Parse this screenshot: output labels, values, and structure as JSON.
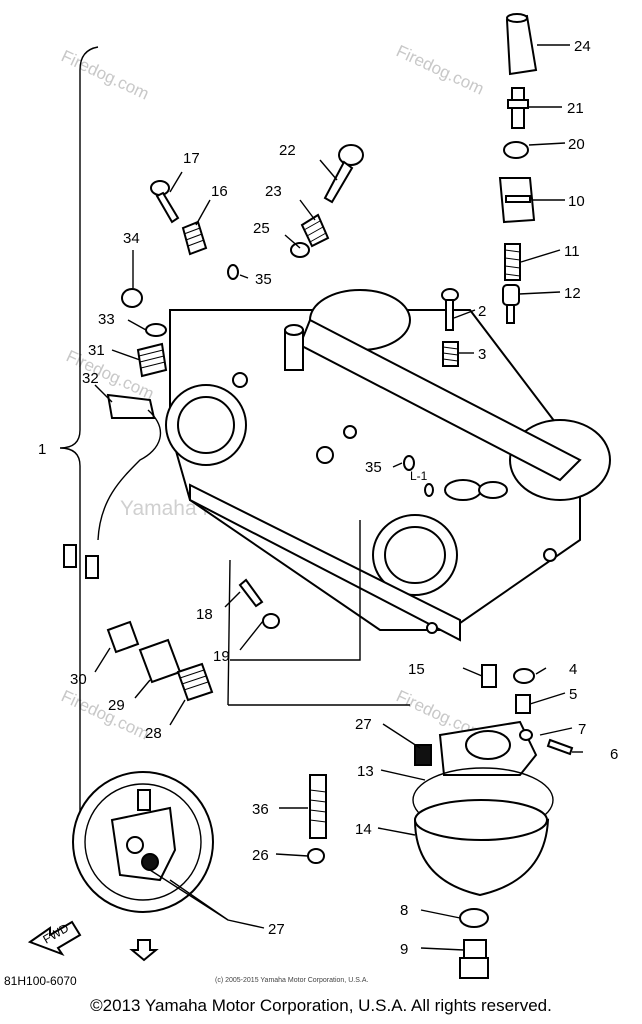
{
  "watermarks": {
    "firedog": "Firedog.com",
    "yamaha": "Yamaha Motor Corporation, U.S.A."
  },
  "assembly_label": "1",
  "part_labels": {
    "p2": "2",
    "p3": "3",
    "p4": "4",
    "p5": "5",
    "p6": "6",
    "p7": "7",
    "p8": "8",
    "p9": "9",
    "p10": "10",
    "p11": "11",
    "p12": "12",
    "p13": "13",
    "p14": "14",
    "p15": "15",
    "p16": "16",
    "p17": "17",
    "p18": "18",
    "p19": "19",
    "p20": "20",
    "p21": "21",
    "p22": "22",
    "p23": "23",
    "p24": "24",
    "p25": "25",
    "p26": "26",
    "p27a": "27",
    "p27b": "27",
    "p28": "28",
    "p29": "29",
    "p30": "30",
    "p31": "31",
    "p32": "32",
    "p33": "33",
    "p34": "34",
    "p35a": "35",
    "p35b": "35",
    "p36": "36"
  },
  "sub_label": "L-1",
  "direction_label": "FWD",
  "diagram_code": "81H100-6070",
  "small_copyright": "(c) 2005-2015 Yamaha Motor Corporation, U.S.A.",
  "copyright": "©2013 Yamaha Motor Corporation, U.S.A. All rights reserved."
}
